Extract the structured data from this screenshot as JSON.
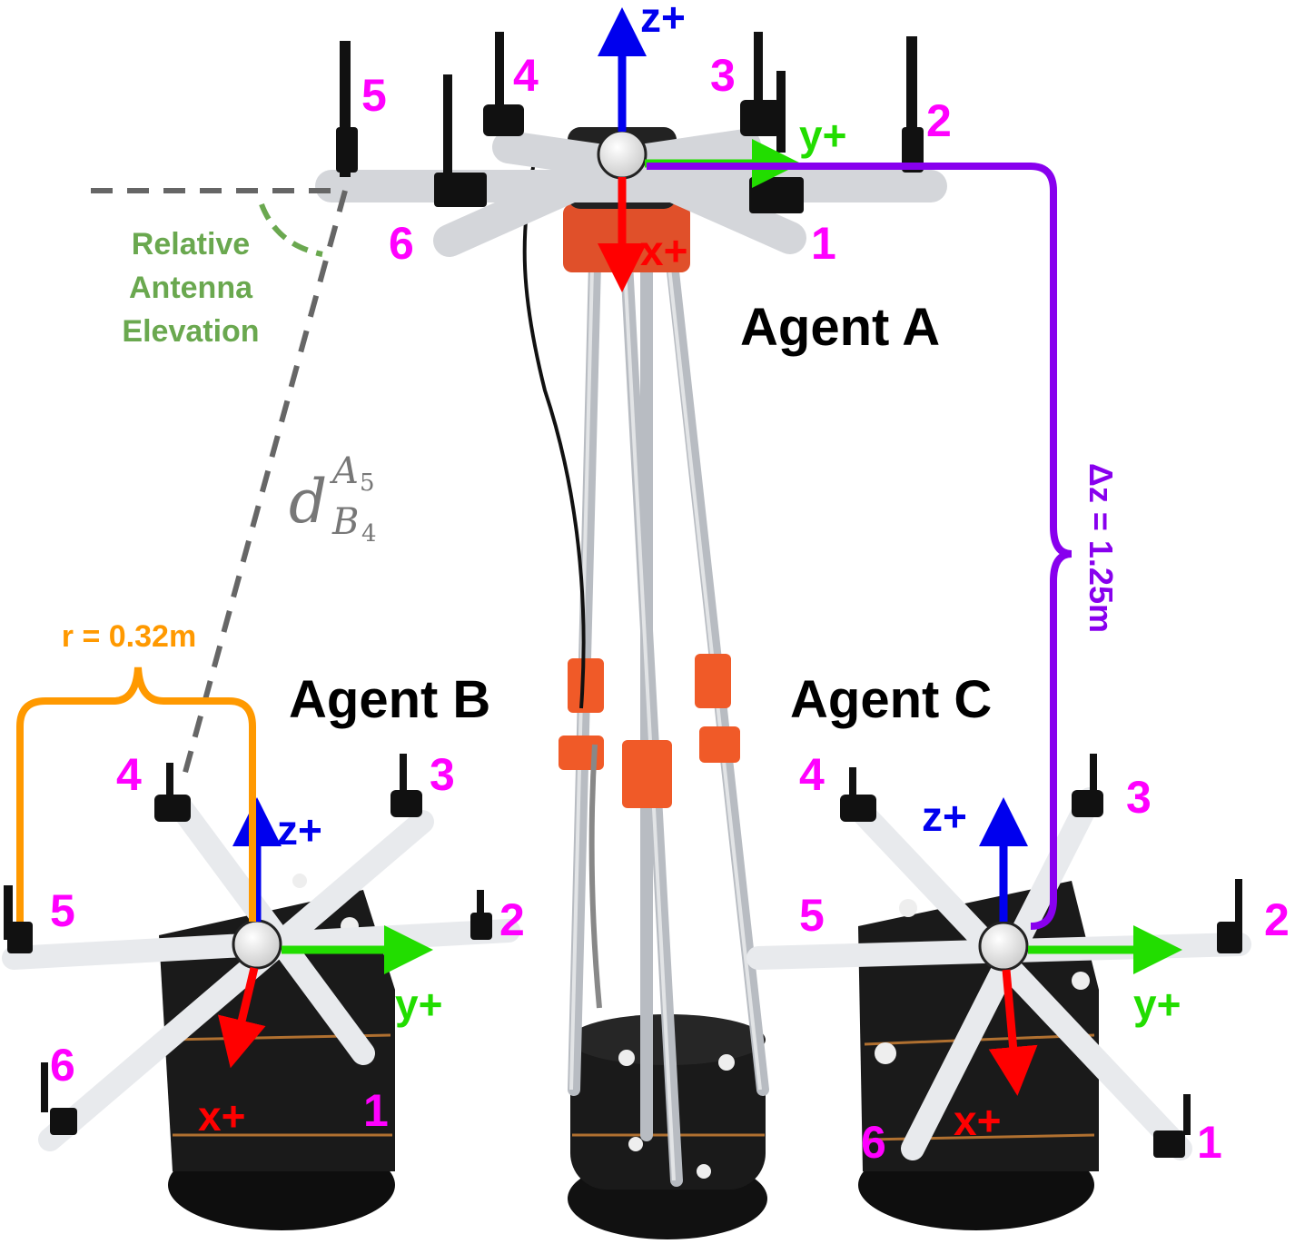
{
  "agents": {
    "a": {
      "name": "Agent A"
    },
    "b": {
      "name": "Agent B"
    },
    "c": {
      "name": "Agent C"
    }
  },
  "axes": {
    "x": "x+",
    "y": "y+",
    "z": "z+"
  },
  "antenna_numbers": [
    "1",
    "2",
    "3",
    "4",
    "5",
    "6"
  ],
  "annotations": {
    "elevation": [
      "Relative",
      "Antenna",
      "Elevation"
    ],
    "distance_base": "d",
    "distance_sup_main": "A",
    "distance_sup_sub": "5",
    "distance_sub_main": "B",
    "distance_sub_sub": "4",
    "radius": "r = 0.32m",
    "delta_z": "Δz = 1.25m"
  },
  "colors": {
    "x_axis": "#ff0000",
    "y_axis": "#22dd00",
    "z_axis": "#0000ee",
    "antenna_numbers": "#ff00ff",
    "radius": "#ff9900",
    "delta_z": "#8800ee",
    "elevation": "#6aa84f",
    "distance_line": "#666666"
  }
}
